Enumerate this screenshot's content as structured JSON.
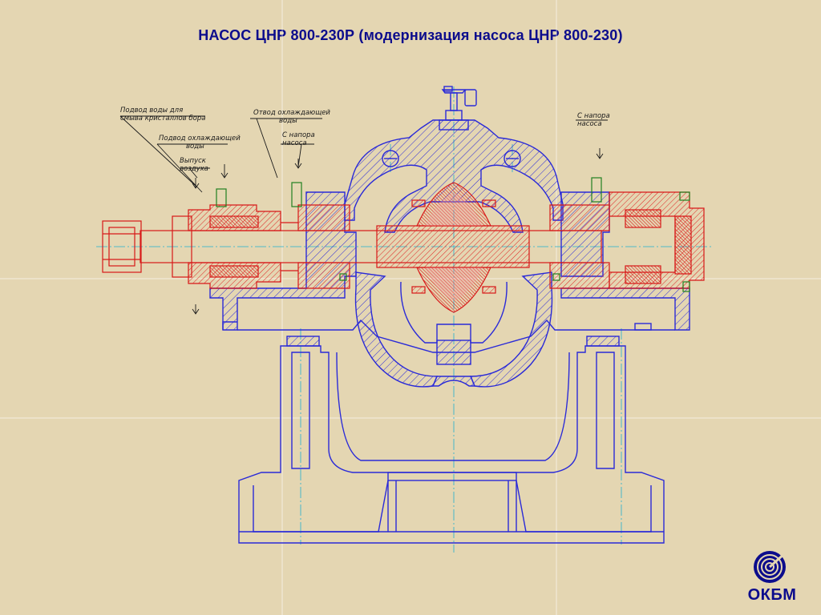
{
  "title": "НАСОС ЦНР 800-230Р (модернизация насоса ЦНР 800-230)",
  "callouts": {
    "c1_l1": "Подвод воды для",
    "c1_l2": "смыва кристаллов бора",
    "c2_l1": "Подвод охлаждающей",
    "c2_l2": "воды",
    "c3_l1": "Выпуск",
    "c3_l2": "воздуха",
    "c4_l1": "Отвод охлаждающей",
    "c4_l2": "воды",
    "c5_l1": "С напора",
    "c5_l2": "насоса",
    "c6_l1": "С напора",
    "c6_l2": "насоса"
  },
  "logo": {
    "text": "ОКБМ",
    "icon": "okbm-logo-icon"
  },
  "colors": {
    "drawing_blue": "#2a2ad8",
    "section_red": "#e02020",
    "background": "#e4d6b2",
    "title_blue": "#0c0c8c"
  }
}
